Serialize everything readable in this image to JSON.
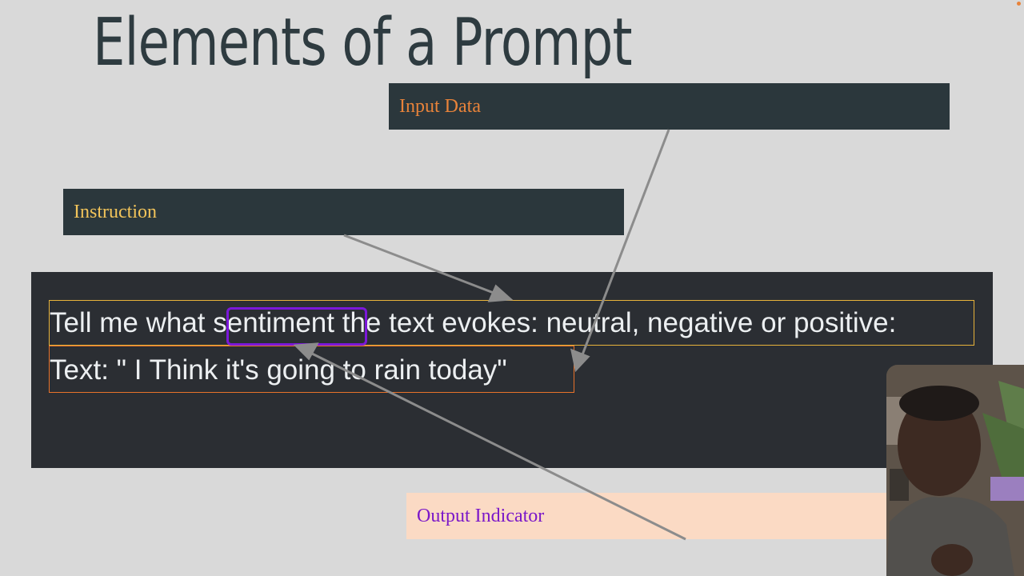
{
  "slide": {
    "title": "Elements of a Prompt"
  },
  "labels": {
    "input_data": "Input Data",
    "instruction": "Instruction",
    "output_indicator": "Output Indicator"
  },
  "prompt": {
    "line1_before": "Tell me what ",
    "line1_highlight": "sentiment",
    "line1_after": " the text evokes: neutral, negative or positive:",
    "line2": "Text: \" I Think it's going to rain today\""
  },
  "colors": {
    "background": "#d9d9d9",
    "label_box": "#2b373c",
    "input_text": "#e8833a",
    "instruction_text": "#f2c45a",
    "output_box": "#fbdac4",
    "output_text": "#7b18c9",
    "panel": "#2b2e33",
    "arrow": "#8c8c8c"
  }
}
